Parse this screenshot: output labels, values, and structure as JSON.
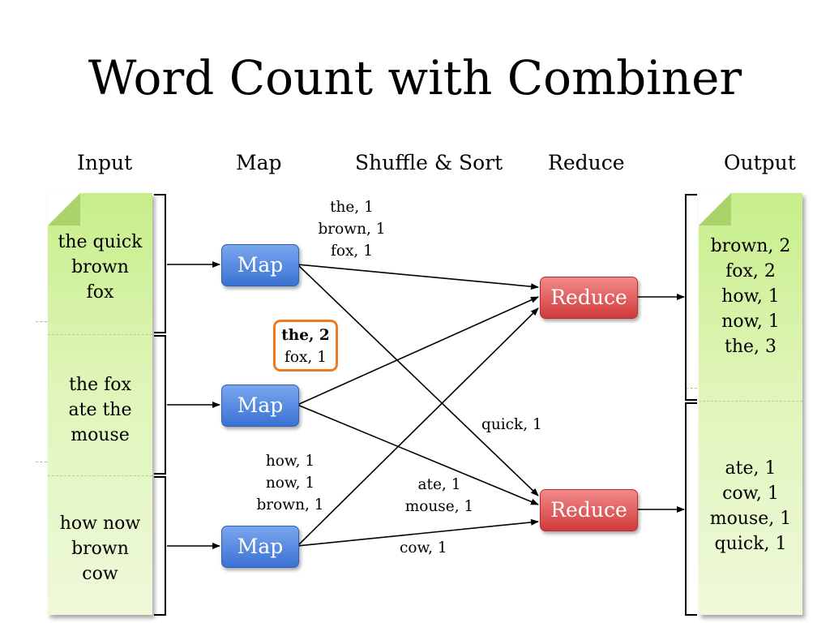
{
  "title": "Word Count with Combiner",
  "headers": {
    "input": "Input",
    "map": "Map",
    "shuffle": "Shuffle & Sort",
    "reduce": "Reduce",
    "output": "Output"
  },
  "input_docs": [
    {
      "line1": "the quick",
      "line2": "brown",
      "line3": "fox"
    },
    {
      "line1": "the fox",
      "line2": "ate the",
      "line3": "mouse"
    },
    {
      "line1": "how now",
      "line2": "brown",
      "line3": "cow"
    }
  ],
  "map_boxes": [
    {
      "label": "Map"
    },
    {
      "label": "Map"
    },
    {
      "label": "Map"
    }
  ],
  "reduce_boxes": [
    {
      "label": "Reduce"
    },
    {
      "label": "Reduce"
    }
  ],
  "map1_output": {
    "l1": "the, 1",
    "l2": "brown, 1",
    "l3": "fox, 1"
  },
  "combiner_output": {
    "l1": "the, 2",
    "l2": "fox, 1"
  },
  "map3_output": {
    "l1": "how, 1",
    "l2": "now, 1",
    "l3": "brown, 1"
  },
  "shuffle_labels": {
    "quick": "quick, 1",
    "ate_mouse_1": "ate, 1",
    "ate_mouse_2": "mouse, 1",
    "cow": "cow, 1"
  },
  "output_docs": [
    {
      "lines": [
        "brown, 2",
        "fox, 2",
        "how, 1",
        "now, 1",
        "the, 3"
      ]
    },
    {
      "lines": [
        "ate, 1",
        "cow, 1",
        "mouse, 1",
        "quick, 1"
      ]
    }
  ],
  "colors": {
    "map": "#3a72d4",
    "reduce": "#d13a3a",
    "combiner_border": "#f07a1f",
    "doc_green": "#d9f3a8"
  }
}
